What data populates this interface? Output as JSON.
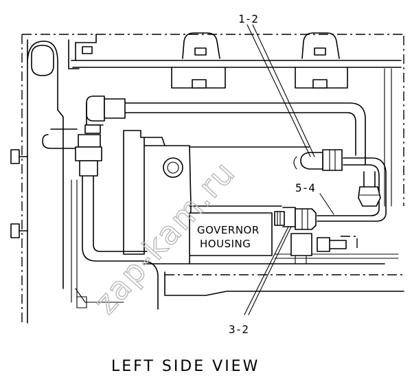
{
  "callouts": {
    "c1": "1-2",
    "c2": "5-4",
    "c3": "3-2"
  },
  "governor": {
    "line1": "GOVERNOR",
    "line2": "HOUSING"
  },
  "view_title": "LEFT SIDE VIEW",
  "watermark": "zap-kam.ru"
}
